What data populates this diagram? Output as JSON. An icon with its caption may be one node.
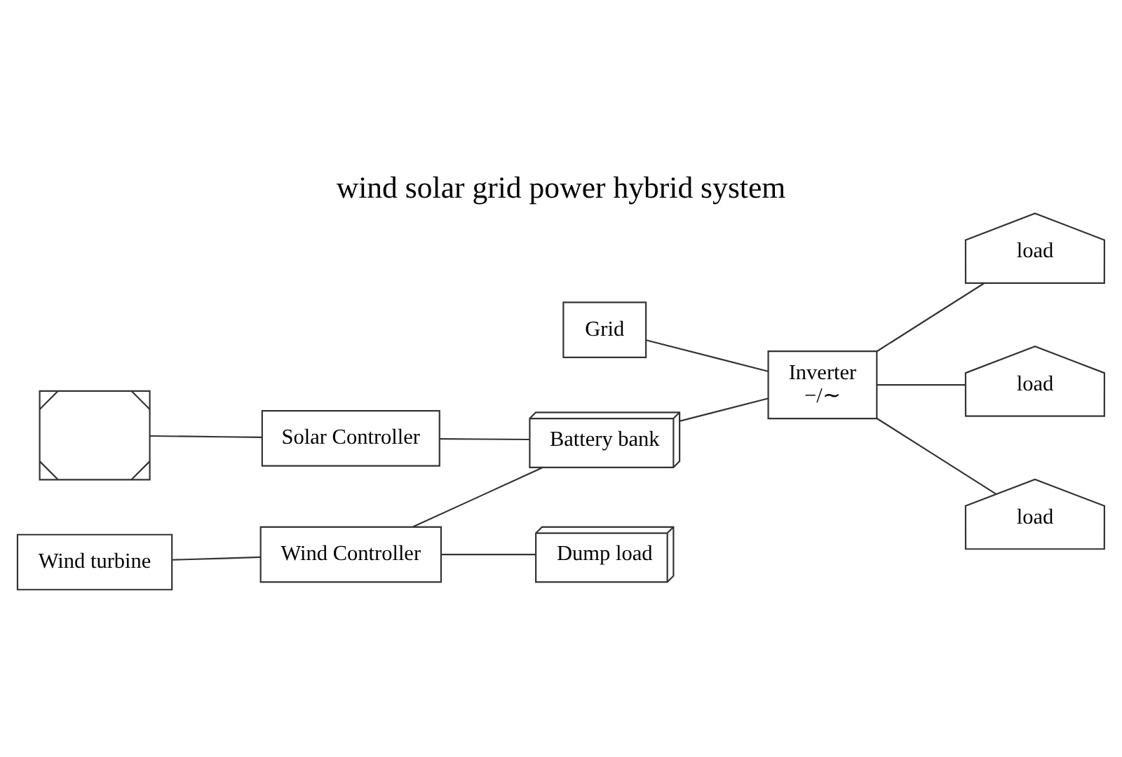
{
  "diagram": {
    "title": "wind solar grid power hybrid system",
    "nodes": [
      {
        "text": [
          "Dump load"
        ]
      },
      {
        "text": [
          "Wind turbine"
        ]
      },
      {
        "text": [
          "Wind Controller"
        ]
      },
      {
        "text": [],
        "shape": "picture"
      },
      {
        "text": [
          "Solar Controller"
        ]
      },
      {
        "text": [
          "Battery bank"
        ]
      },
      {
        "text": [
          "Inverter",
          "−/∼"
        ]
      },
      {
        "text": [
          "load"
        ]
      },
      {
        "text": [
          "load"
        ]
      },
      {
        "text": [
          "load"
        ]
      },
      {
        "text": [
          "Grid"
        ]
      }
    ],
    "edges": [
      {
        "from": 1,
        "to": 2,
        "arrow": "none"
      },
      {
        "from": 2,
        "to": 0,
        "arrow": "none"
      },
      {
        "from": 3,
        "to": 4,
        "arrow": "none"
      },
      {
        "from": 2,
        "to": 5,
        "arrow": "none"
      },
      {
        "from": 4,
        "to": 5,
        "arrow": "none"
      },
      {
        "from": 5,
        "to": 6,
        "arrow": "none"
      },
      {
        "from": 6,
        "to": 7,
        "arrow": "none"
      },
      {
        "from": 6,
        "to": 8,
        "arrow": "none"
      },
      {
        "from": 6,
        "to": 9,
        "arrow": "none"
      },
      {
        "from": 10,
        "to": 6,
        "arrow": "none"
      }
    ]
  }
}
